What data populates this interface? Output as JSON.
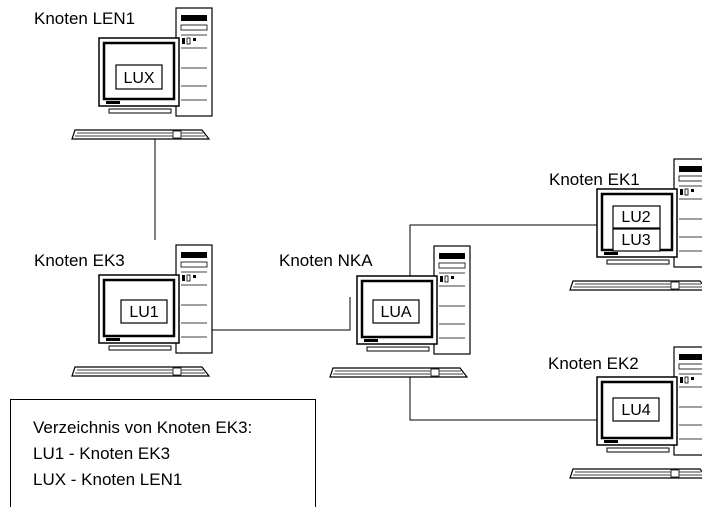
{
  "nodes": [
    {
      "id": "len1",
      "label": "Knoten LEN1",
      "lus": [
        "LUX"
      ]
    },
    {
      "id": "ek3",
      "label": "Knoten EK3",
      "lus": [
        "LU1"
      ]
    },
    {
      "id": "nka",
      "label": "Knoten NKA",
      "lus": [
        "LUA"
      ]
    },
    {
      "id": "ek1",
      "label": "Knoten EK1",
      "lus": [
        "LU2",
        "LU3"
      ]
    },
    {
      "id": "ek2",
      "label": "Knoten EK2",
      "lus": [
        "LU4"
      ]
    }
  ],
  "directory": {
    "title": "Verzeichnis von Knoten EK3:",
    "entries": [
      "LU1 - Knoten EK3",
      "LUX - Knoten LEN1"
    ]
  }
}
